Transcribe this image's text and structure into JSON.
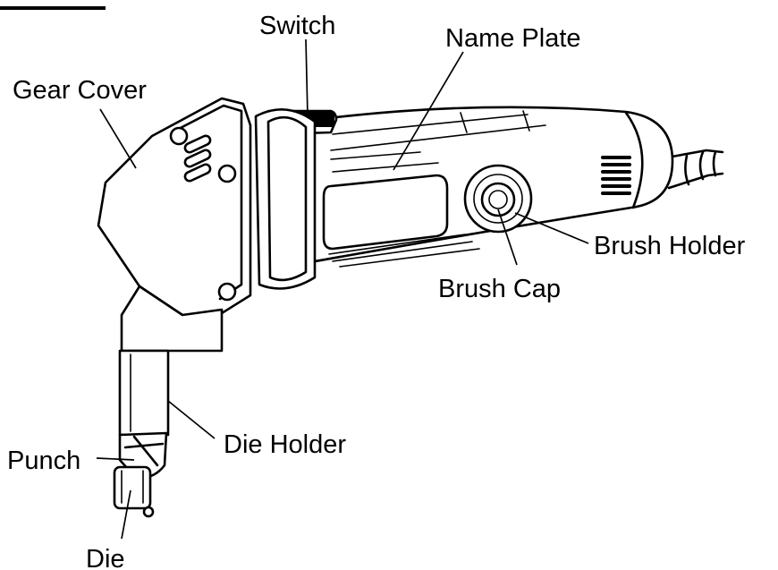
{
  "labels": {
    "switch": "Switch",
    "name_plate": "Name Plate",
    "gear_cover": "Gear Cover",
    "brush_holder": "Brush Holder",
    "brush_cap": "Brush Cap",
    "die_holder": "Die Holder",
    "punch": "Punch",
    "die": "Die"
  }
}
